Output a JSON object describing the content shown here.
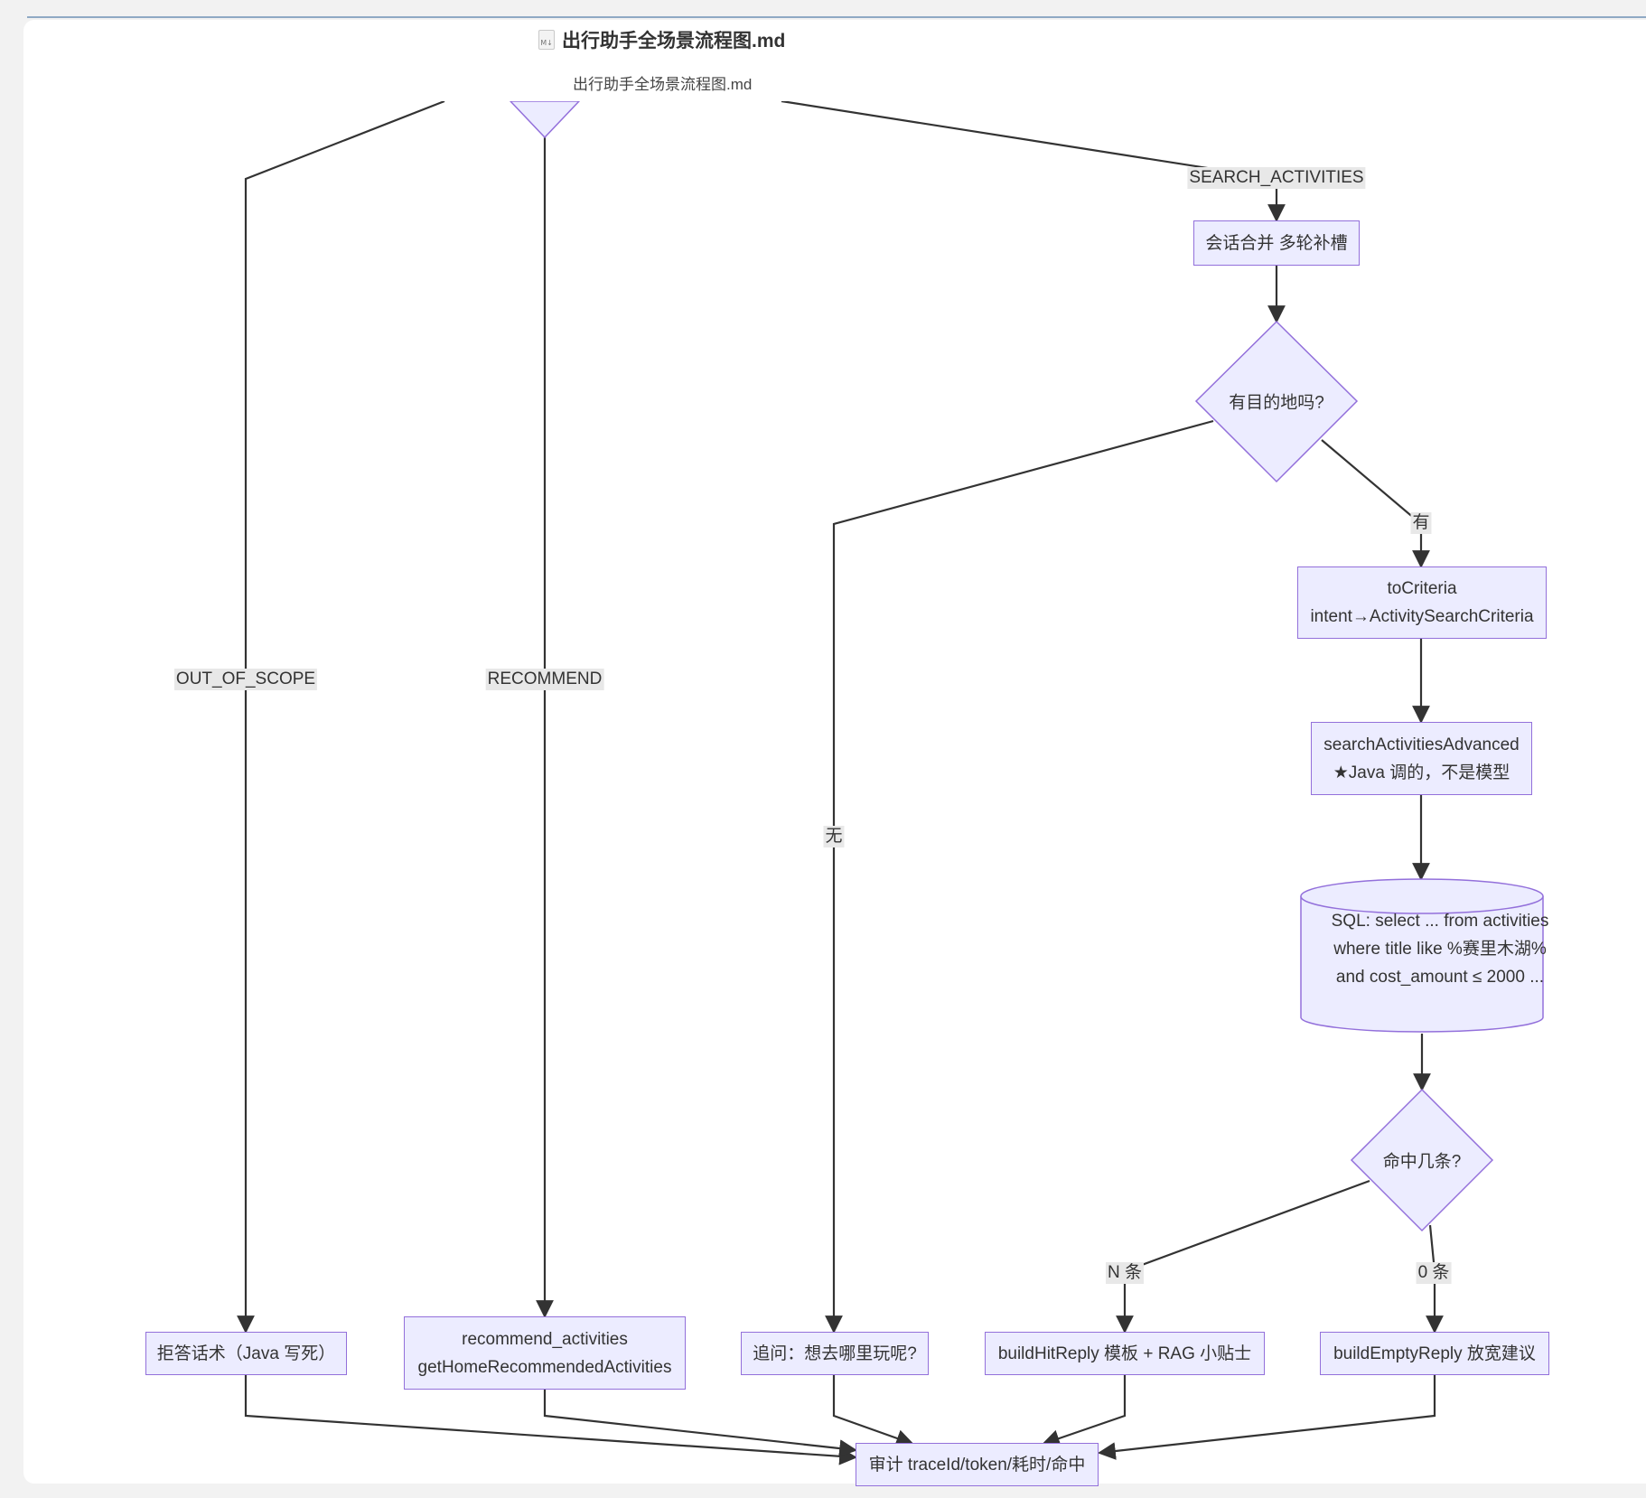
{
  "file": {
    "title": "出行助手全场景流程图.md",
    "subtitle": "出行助手全场景流程图.md",
    "icon": "markdown-file-icon"
  },
  "nodes": {
    "merge": "会话合并 多轮补槽",
    "has_dest": "有目的地吗?",
    "to_criteria_1": "toCriteria",
    "to_criteria_2": "intent→ActivitySearchCriteria",
    "search_adv_1": "searchActivitiesAdvanced",
    "search_adv_2": "★Java 调的，不是模型",
    "sql_1": "SQL: select ... from activities",
    "sql_2": "where title like %赛里木湖%",
    "sql_3": "and cost_amount ≤ 2000 ...",
    "hit_count": "命中几条?",
    "refuse": "拒答话术（Java 写死）",
    "recommend_1": "recommend_activities",
    "recommend_2": "getHomeRecommendedActivities",
    "ask_where": "追问：想去哪里玩呢?",
    "hit_reply": "buildHitReply 模板 + RAG 小贴士",
    "empty_reply": "buildEmptyReply 放宽建议",
    "audit": "审计 traceId/token/耗时/命中"
  },
  "edge_labels": {
    "search": "SEARCH_ACTIVITIES",
    "out_of_scope": "OUT_OF_SCOPE",
    "recommend": "RECOMMEND",
    "no_dest": "无",
    "yes_dest": "有",
    "n_items": "N 条",
    "zero_items": "0 条"
  },
  "colors": {
    "node_fill": "#ececff",
    "node_stroke": "#9370db",
    "edge": "#333333",
    "edge_label_bg": "#e8e8e8"
  }
}
